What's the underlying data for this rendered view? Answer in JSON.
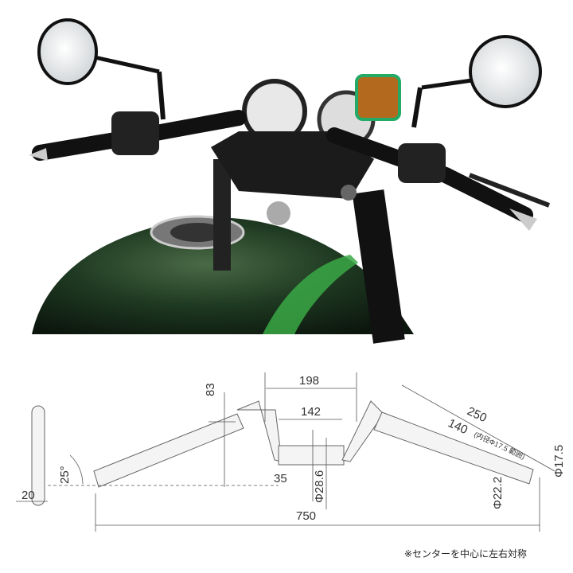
{
  "diagram": {
    "dimensions": {
      "top_span": "198",
      "inner_span": "142",
      "rise": "83",
      "grip_length": "250",
      "inner_length": "140",
      "inner_length_note": "(内径Φ17.5 範囲)",
      "inner_diameter": "Φ17.5",
      "grip_diameter": "Φ22.2",
      "center_diameter": "Φ28.6",
      "clamp_width": "35",
      "angle": "25°",
      "offset": "20",
      "total_width": "750"
    },
    "note": "※センターを中心に左右対称"
  },
  "colors": {
    "tank": "#1f3a22",
    "tank_highlight": "#2f7a3a",
    "accent_green": "#3aa845",
    "metal": "#1a1a1a"
  }
}
